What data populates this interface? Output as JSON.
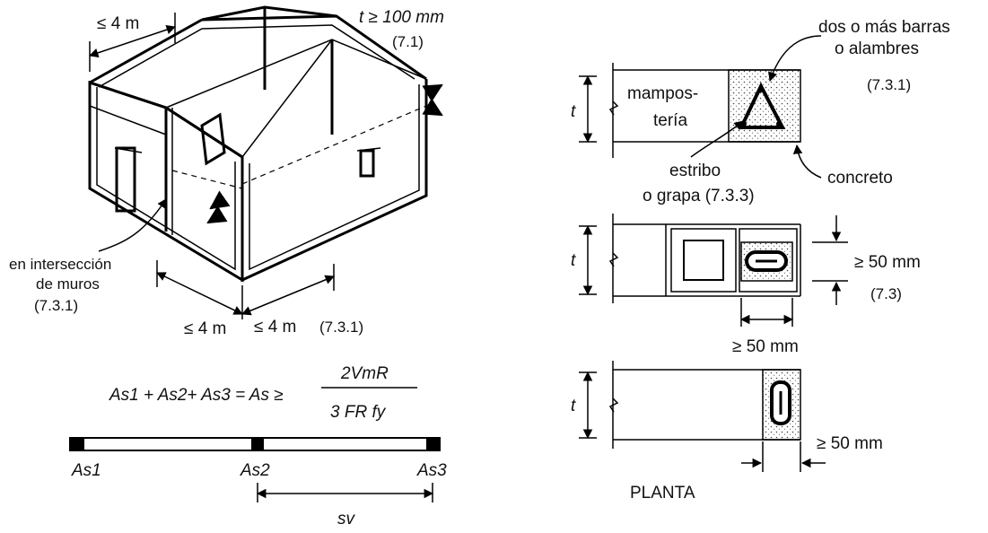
{
  "house": {
    "dim_top": "≤ 4 m",
    "thickness_label": "t ≥ 100 mm",
    "thickness_ref": "(7.1)",
    "intersection_line1": "en intersección",
    "intersection_line2": "de muros",
    "intersection_ref": "(7.3.1)",
    "dim_bottom_left": "≤ 4 m",
    "dim_bottom_right": "≤ 4 m",
    "dim_bottom_ref": "(7.3.1)"
  },
  "formula": {
    "left": "As1 + As2+ As3 = As ≥",
    "numerator": "2VmR",
    "denominator": "3 FR fy"
  },
  "strip": {
    "label_1": "As1",
    "label_2": "As2",
    "label_3": "As3",
    "spacing": "sv"
  },
  "detail_top": {
    "t": "t",
    "masonry_line1": "mampos-",
    "masonry_line2": "tería",
    "bars_line1": "dos o más barras",
    "bars_line2": "o alambres",
    "bars_ref": "(7.3.1)",
    "stirrup_line1": "estribo",
    "stirrup_line2": "o grapa (7.3.3)",
    "concrete": "concreto"
  },
  "detail_middle": {
    "t": "t",
    "dim_right": "≥ 50 mm",
    "dim_right_ref": "(7.3)",
    "dim_bottom": "≥ 50 mm"
  },
  "detail_bottom": {
    "t": "t",
    "dim_right": "≥ 50 mm"
  },
  "plan_label": "PLANTA"
}
